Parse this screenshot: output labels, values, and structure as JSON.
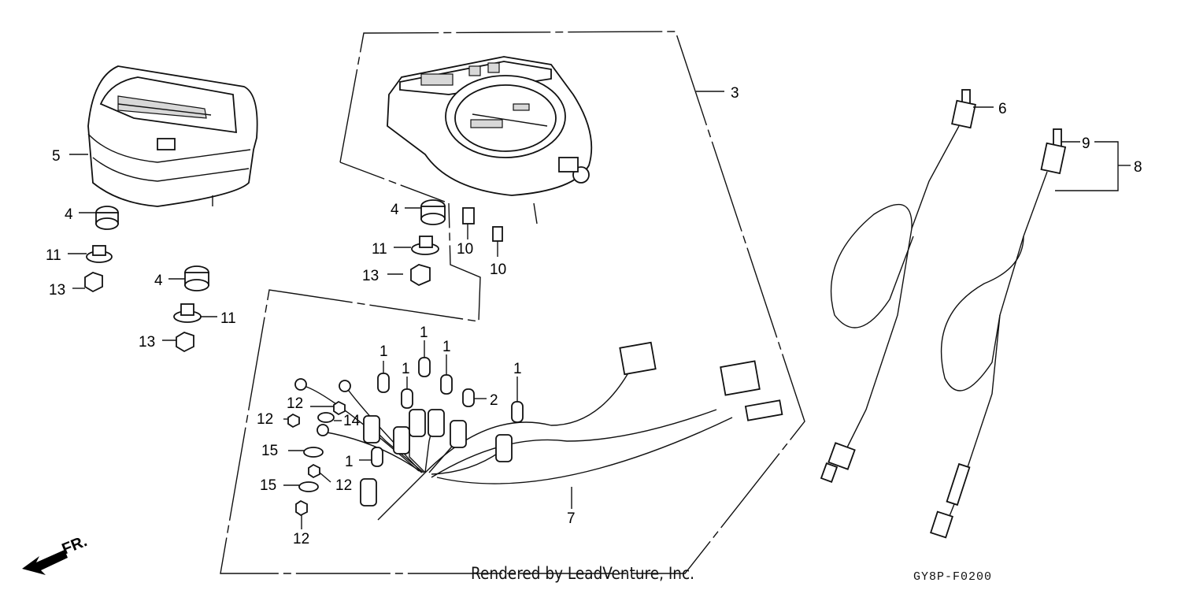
{
  "callouts": [
    {
      "id": "c5",
      "text": "5"
    },
    {
      "id": "c4a",
      "text": "4"
    },
    {
      "id": "c11a",
      "text": "11"
    },
    {
      "id": "c13a",
      "text": "13"
    },
    {
      "id": "c4b",
      "text": "4"
    },
    {
      "id": "c11b",
      "text": "11"
    },
    {
      "id": "c13b",
      "text": "13"
    },
    {
      "id": "c3",
      "text": "3"
    },
    {
      "id": "c4c",
      "text": "4"
    },
    {
      "id": "c11c",
      "text": "11"
    },
    {
      "id": "c13c",
      "text": "13"
    },
    {
      "id": "c10a",
      "text": "10"
    },
    {
      "id": "c10b",
      "text": "10"
    },
    {
      "id": "c1a",
      "text": "1"
    },
    {
      "id": "c1b",
      "text": "1"
    },
    {
      "id": "c1c",
      "text": "1"
    },
    {
      "id": "c1d",
      "text": "1"
    },
    {
      "id": "c1e",
      "text": "1"
    },
    {
      "id": "c1f",
      "text": "1"
    },
    {
      "id": "c2",
      "text": "2"
    },
    {
      "id": "c12a",
      "text": "12"
    },
    {
      "id": "c12b",
      "text": "12"
    },
    {
      "id": "c14",
      "text": "14"
    },
    {
      "id": "c15a",
      "text": "15"
    },
    {
      "id": "c15b",
      "text": "15"
    },
    {
      "id": "c12c",
      "text": "12"
    },
    {
      "id": "c12d",
      "text": "12"
    },
    {
      "id": "c7",
      "text": "7"
    },
    {
      "id": "c6",
      "text": "6"
    },
    {
      "id": "c9",
      "text": "9"
    },
    {
      "id": "c8",
      "text": "8"
    }
  ],
  "front_indicator": "FR.",
  "credit": "Rendered by LeadVenture, Inc.",
  "diagram_code": "GY8P-F0200"
}
